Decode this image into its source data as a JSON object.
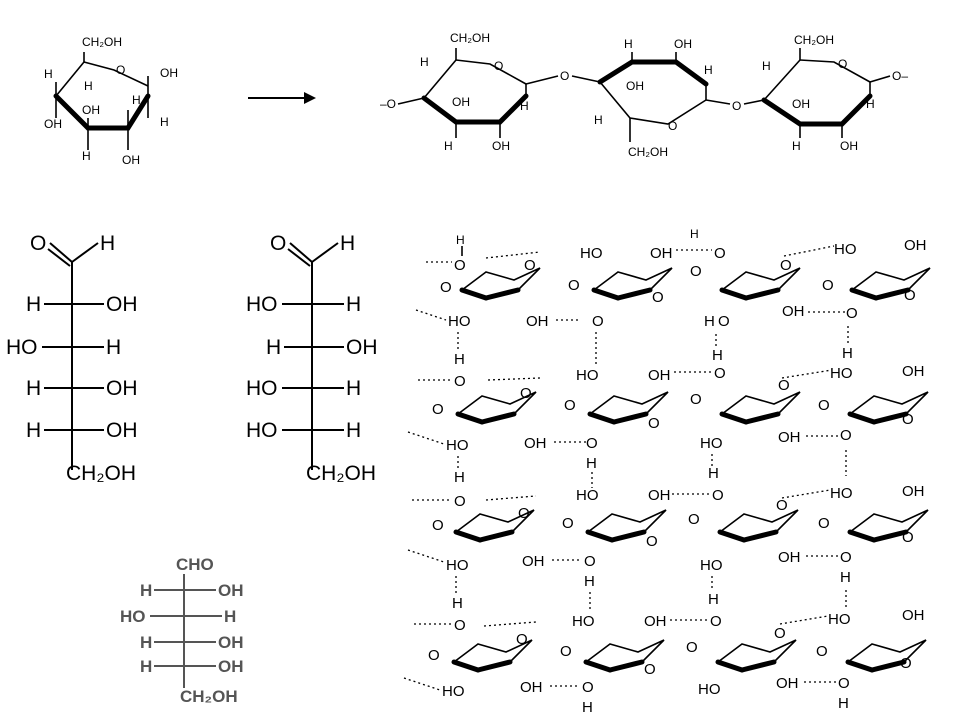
{
  "labels": {
    "ch2oh": "CH₂OH",
    "ch2_oh": "CH₂OH",
    "ch2_oh_top": "CH₂OH",
    "o": "O",
    "oh": "OH",
    "ho": "HO",
    "h": "H",
    "cho": "CHO"
  },
  "colors": {
    "ink": "#000000",
    "gray_ink": "#555555",
    "background": "#ffffff"
  },
  "panels": {
    "glucose_ring": "beta-glucose",
    "cellulose_chain": "cellulose chain",
    "fischer_open": "open-chain glucose",
    "fischer_open_2": "open-chain sugar",
    "fischer_gray": "glucose fischer projection",
    "cellulose_sheets": "hydrogen-bonded cellulose sheets"
  }
}
